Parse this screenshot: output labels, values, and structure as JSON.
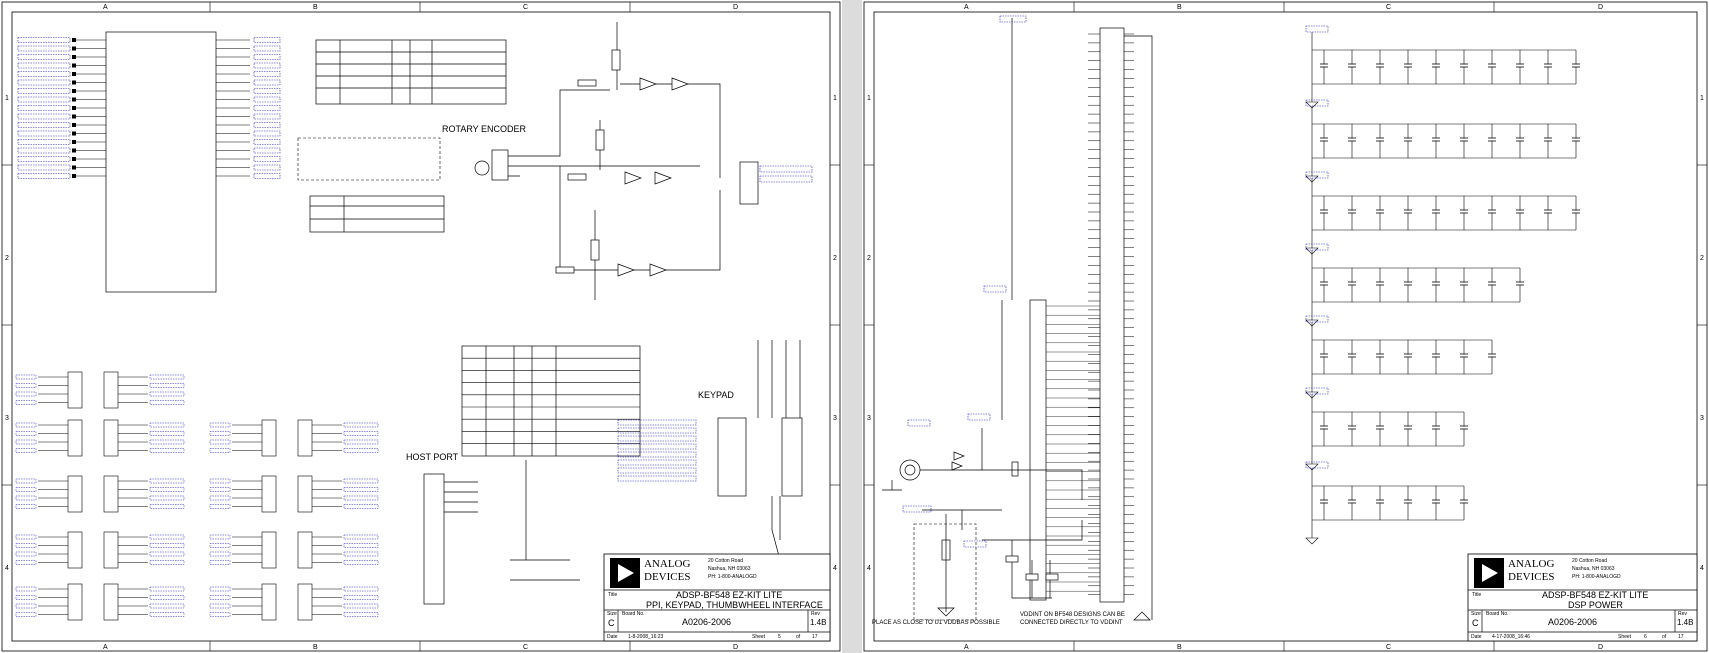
{
  "zones": {
    "cols": [
      "A",
      "B",
      "C",
      "D"
    ],
    "rows": [
      "1",
      "2",
      "3",
      "4"
    ]
  },
  "left_sheet": {
    "section_labels": {
      "rotary_encoder": "ROTARY ENCODER",
      "keypad": "KEYPAD",
      "host_port": "HOST PORT"
    },
    "title_block": {
      "company_line1": "ANALOG",
      "company_line2": "DEVICES",
      "address1": "20 Cotton Road",
      "address2": "Nashua, NH 03063",
      "phone": "PH: 1-800-ANALOGD",
      "title_label": "Title",
      "title1": "ADSP-BF548 EZ-KIT LITE",
      "title2": "PPI, KEYPAD, THUMBWHEEL INTERFACE",
      "size_label": "Size",
      "size": "C",
      "board_label": "Board No.",
      "board": "A0206-2006",
      "rev_label": "Rev",
      "rev": "1.4B",
      "date_label": "Date",
      "date": "1-8-2008_16:23",
      "sheet_label": "Sheet",
      "sheet": "5",
      "of_label": "of",
      "total": "17"
    }
  },
  "right_sheet": {
    "notes": {
      "place_close": "PLACE AS CLOSE TO U1 VDDBAS POSSIBLE",
      "vddint_line1": "VDDINT ON BF548 DESIGNS CAN BE",
      "vddint_line2": "CONNECTED DIRECTLY TO VDDINT"
    },
    "title_block": {
      "company_line1": "ANALOG",
      "company_line2": "DEVICES",
      "address1": "20 Cotton Road",
      "address2": "Nashua, NH 03063",
      "phone": "PH: 1-800-ANALOGD",
      "title_label": "Title",
      "title1": "ADSP-BF548 EZ-KIT LITE",
      "title2": "DSP POWER",
      "size_label": "Size",
      "size": "C",
      "board_label": "Board No.",
      "board": "A0206-2006",
      "rev_label": "Rev",
      "rev": "1.4B",
      "date_label": "Date",
      "date": "4-17-2008_16:46",
      "sheet_label": "Sheet",
      "sheet": "6",
      "of_label": "of",
      "total": "17"
    }
  },
  "colors": {
    "netlabel": "#1a1adc",
    "ink": "#000000",
    "gap": "#dcdcdc"
  }
}
